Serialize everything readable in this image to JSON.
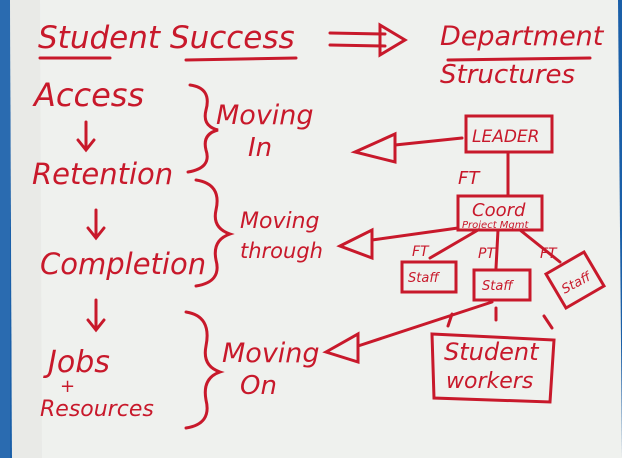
{
  "colors": {
    "background": "#1a5fa8",
    "paper": "#eff1ee",
    "marker": "#c8192b"
  },
  "title": {
    "left": "Student Success",
    "right_line1": "Department",
    "right_line2": "Structures"
  },
  "stages": [
    "Access",
    "Retention",
    "Completion",
    "Jobs",
    "+",
    "Resources"
  ],
  "phases": [
    {
      "line1": "Moving",
      "line2": "In"
    },
    {
      "line1": "Moving",
      "line2": "through"
    },
    {
      "line1": "Moving",
      "line2": "On"
    }
  ],
  "org": {
    "leader": "LEADER",
    "leader_link": "FT",
    "coord_line1": "Coord",
    "coord_line2": "Project Mgmt",
    "branch_labels": [
      "FT",
      "PT",
      "FT"
    ],
    "staff": [
      "Staff",
      "Staff",
      "Staff"
    ],
    "workers_line1": "Student",
    "workers_line2": "workers"
  }
}
